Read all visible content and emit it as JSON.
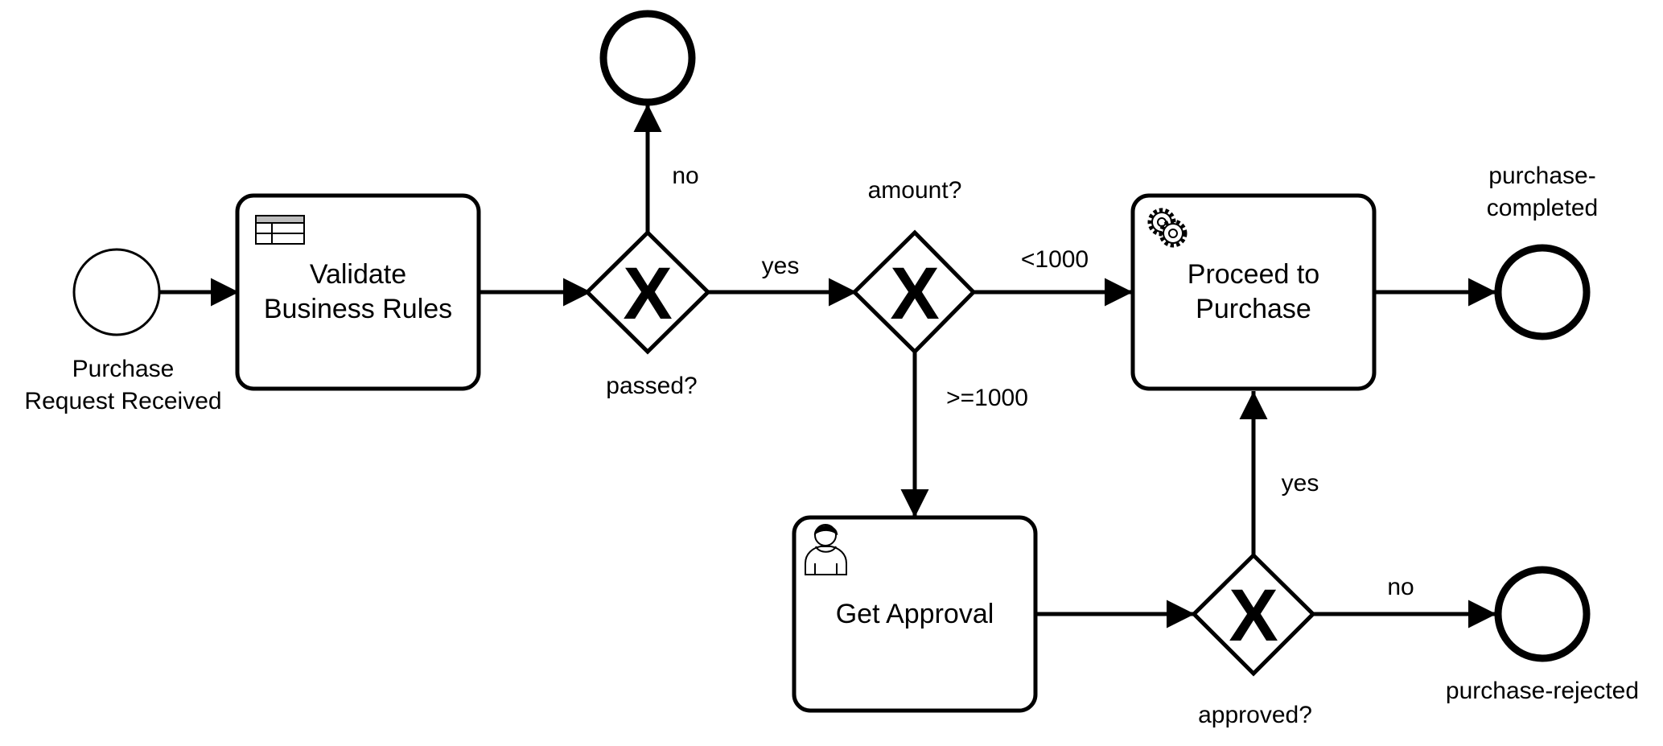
{
  "colors": {
    "stroke": "#000000",
    "fill": "#ffffff",
    "header": "#bdbdbd"
  },
  "events": {
    "start": {
      "label_lines": [
        "Purchase",
        "Request Received"
      ]
    },
    "end_validation_failed": {
      "label": ""
    },
    "end_completed": {
      "label_lines": [
        "purchase-",
        "completed"
      ]
    },
    "end_rejected": {
      "label": "purchase-rejected"
    }
  },
  "tasks": {
    "validate": {
      "label_lines": [
        "Validate",
        "Business Rules"
      ],
      "icon": "business-rule-table-icon"
    },
    "proceed": {
      "label_lines": [
        "Proceed to",
        "Purchase"
      ],
      "icon": "gear-icon"
    },
    "approval": {
      "label": "Get Approval",
      "icon": "user-icon"
    }
  },
  "gateways": {
    "passed": {
      "label": "passed?",
      "marker": "X"
    },
    "amount": {
      "label": "amount?",
      "marker": "X"
    },
    "approved": {
      "label": "approved?",
      "marker": "X"
    }
  },
  "flows": {
    "passed_no": "no",
    "passed_yes": "yes",
    "amount_lt": "<1000",
    "amount_gte": ">=1000",
    "approved_yes": "yes",
    "approved_no": "no"
  }
}
